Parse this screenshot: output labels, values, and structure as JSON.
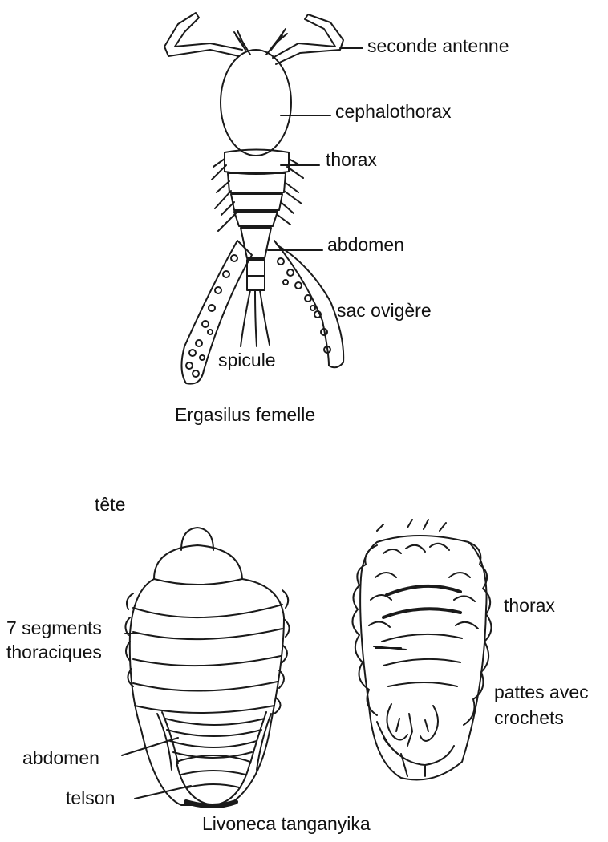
{
  "figures": {
    "ergasilus": {
      "caption": "Ergasilus femelle",
      "labels": {
        "second_antenna": "seconde antenne",
        "cephalothorax": "cephalothorax",
        "thorax": "thorax",
        "abdomen": "abdomen",
        "egg_sac": "sac ovigère",
        "spicule": "spicule"
      }
    },
    "livoneca": {
      "caption": "Livoneca tanganyika",
      "labels": {
        "head": "tête",
        "segments_line1": "7 segments",
        "segments_line2": "thoraciques",
        "abdomen": "abdomen",
        "telson": "telson",
        "thorax": "thorax",
        "legs_line1": "pattes avec",
        "legs_line2": "crochets"
      }
    }
  }
}
